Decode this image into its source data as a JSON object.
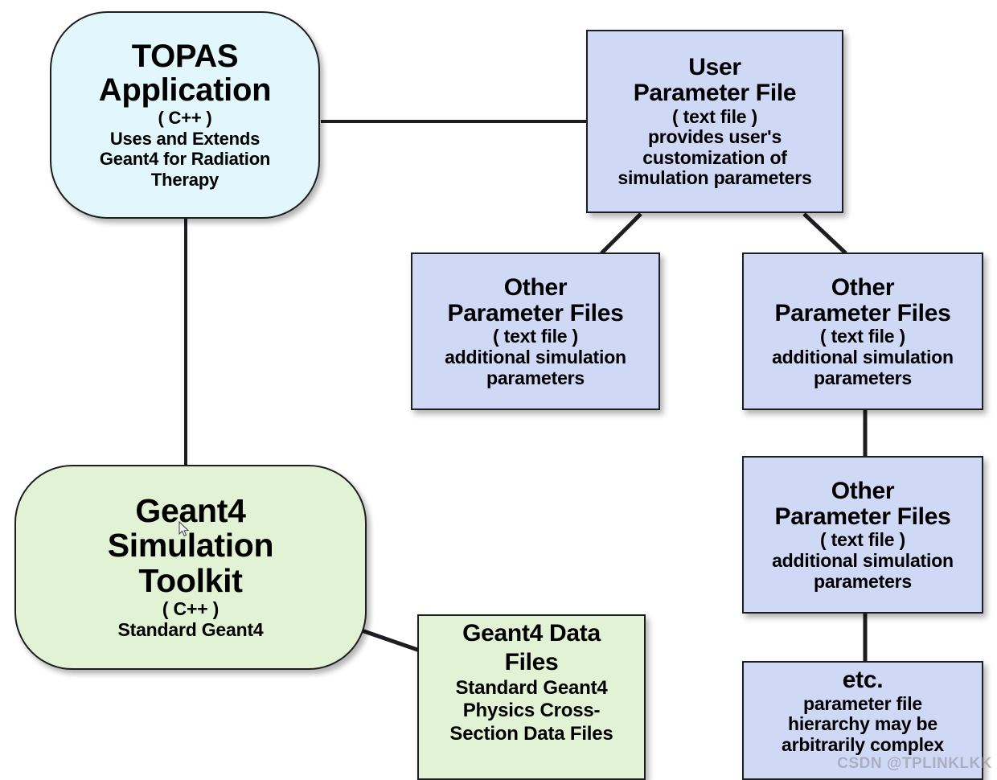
{
  "diagram": {
    "type": "flowchart",
    "title_visible": false,
    "background_color": "#ffffff",
    "palette": {
      "application_fill": "#e2f7fb",
      "toolkit_fill": "#e2f2d4",
      "parameter_fill": "#cfd8f4",
      "border": "#1d1d22",
      "text": "#000000",
      "watermark": "#8c8c96"
    }
  },
  "nodes": {
    "topas": {
      "title_line1": "TOPAS",
      "title_line2": "Application",
      "lang": "( C++ )",
      "desc_line1": "Uses and Extends",
      "desc_line2": "Geant4 for Radiation",
      "desc_line3": "Therapy"
    },
    "geant4": {
      "title_line1": "Geant4",
      "title_line2": "Simulation",
      "title_line3": "Toolkit",
      "lang": "( C++ )",
      "desc_line1": "Standard Geant4"
    },
    "g4data": {
      "title_line1": "Geant4 Data",
      "title_line2": "Files",
      "desc_line1": "Standard Geant4",
      "desc_line2": "Physics Cross-",
      "desc_line3": "Section Data Files"
    },
    "userparam": {
      "title_line1": "User",
      "title_line2": "Parameter File",
      "kind": "( text file )",
      "desc_line1": "provides user's",
      "desc_line2": "customization of",
      "desc_line3": "simulation parameters"
    },
    "other1": {
      "title_line1": "Other",
      "title_line2": "Parameter Files",
      "kind": "( text file )",
      "desc_line1": "additional simulation",
      "desc_line2": "parameters"
    },
    "other2": {
      "title_line1": "Other",
      "title_line2": "Parameter Files",
      "kind": "( text file )",
      "desc_line1": "additional simulation",
      "desc_line2": "parameters"
    },
    "other3": {
      "title_line1": "Other",
      "title_line2": "Parameter Files",
      "kind": "( text file )",
      "desc_line1": "additional simulation",
      "desc_line2": "parameters"
    },
    "etc": {
      "title_line1": "etc.",
      "desc_line1": "parameter file",
      "desc_line2": "hierarchy may be",
      "desc_line3": "arbitrarily complex"
    }
  },
  "edges": [
    {
      "name": "topas-to-userparam",
      "from": "topas",
      "to": "userparam",
      "style": "horizontal"
    },
    {
      "name": "topas-to-geant4",
      "from": "topas",
      "to": "geant4",
      "style": "vertical"
    },
    {
      "name": "geant4-to-g4data",
      "from": "geant4",
      "to": "g4data",
      "style": "diagonal"
    },
    {
      "name": "userparam-to-other1",
      "from": "userparam",
      "to": "other1",
      "style": "diagonal"
    },
    {
      "name": "userparam-to-other2",
      "from": "userparam",
      "to": "other2",
      "style": "diagonal"
    },
    {
      "name": "other2-to-other3",
      "from": "other2",
      "to": "other3",
      "style": "vertical"
    },
    {
      "name": "other3-to-etc",
      "from": "other3",
      "to": "etc",
      "style": "vertical"
    }
  ],
  "watermark": {
    "text": "CSDN @TPLINKLKK"
  }
}
